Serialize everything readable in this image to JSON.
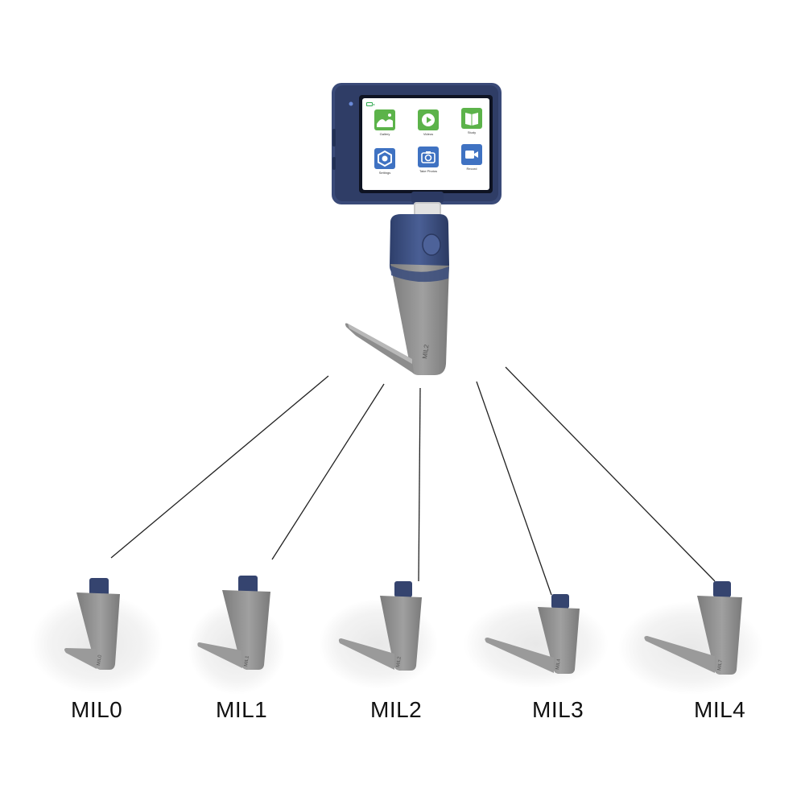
{
  "device": {
    "screen": {
      "apps": [
        {
          "label": "Gallery",
          "icon": "gallery-icon",
          "color": "#5cb34a"
        },
        {
          "label": "Videos",
          "icon": "play-icon",
          "color": "#5cb34a"
        },
        {
          "label": "Study",
          "icon": "book-icon",
          "color": "#5cb34a"
        },
        {
          "label": "Settings",
          "icon": "gear-icon",
          "color": "#3f72c2"
        },
        {
          "label": "Take Photos",
          "icon": "camera-icon",
          "color": "#3f72c2"
        },
        {
          "label": "Record",
          "icon": "video-camera-icon",
          "color": "#3f72c2"
        }
      ]
    },
    "handle_blade_marking": "MIL2",
    "colors": {
      "handle": "#3b4f80",
      "blade": "#8a8a8a",
      "screen_accent_green": "#5cb34a",
      "screen_accent_blue": "#3f72c2"
    }
  },
  "blades": [
    {
      "label": "MIL0"
    },
    {
      "label": "MIL1"
    },
    {
      "label": "MIL2"
    },
    {
      "label": "MIL3"
    },
    {
      "label": "MIL4"
    }
  ]
}
